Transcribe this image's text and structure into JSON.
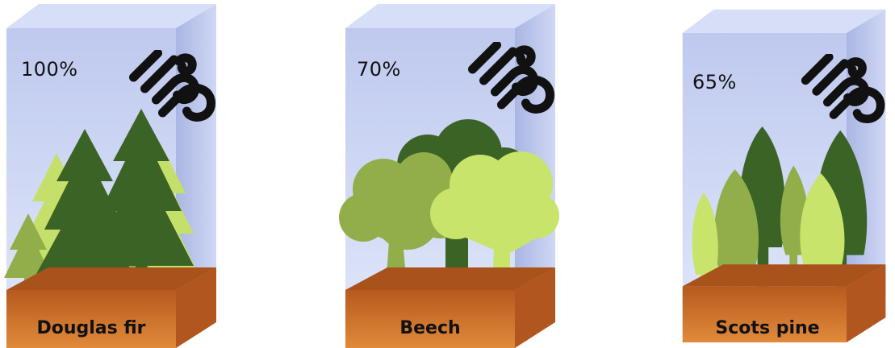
{
  "panels": [
    {
      "species": "Douglas fir",
      "percent": "100%",
      "icon": "wind-icon"
    },
    {
      "species": "Beech",
      "percent": "70%",
      "icon": "wind-icon"
    },
    {
      "species": "Scots pine",
      "percent": "65%",
      "icon": "wind-icon"
    }
  ],
  "colors": {
    "sky": "#c6cff0",
    "sky_side": "#b6c1e8",
    "soil_top": "#a9521b",
    "soil_front": "#d0712a",
    "soil_side": "#b0561e",
    "tree_dark": "#3b6326",
    "tree_mid": "#91ae4a",
    "tree_light": "#c8e46a",
    "icon": "#111111"
  }
}
